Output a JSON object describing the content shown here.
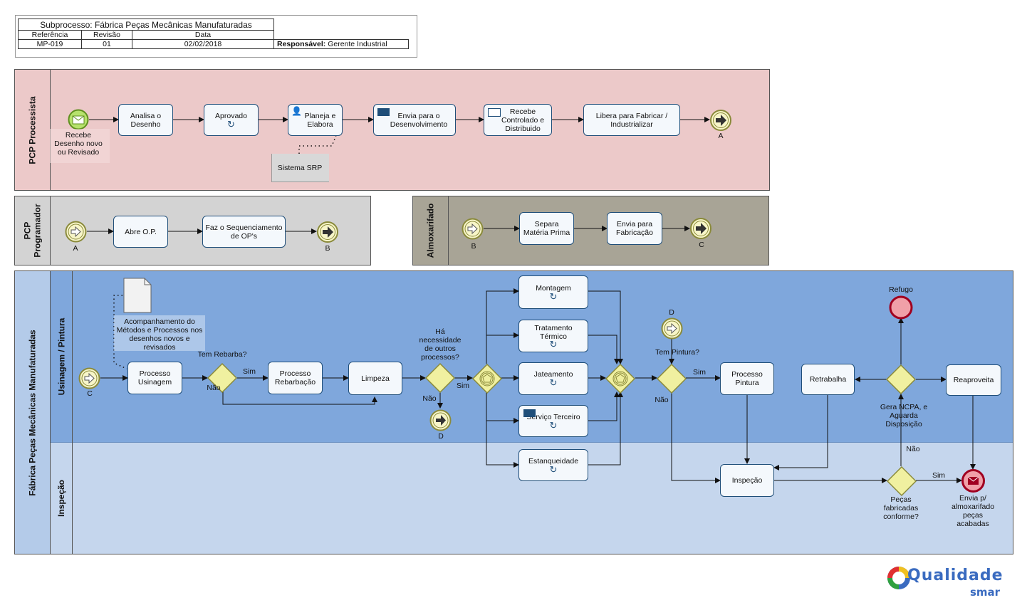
{
  "header": {
    "title": "Subprocesso: Fábrica Peças Mecânicas Manufaturadas",
    "col_ref": "Referência",
    "col_rev": "Revisão",
    "col_date": "Data",
    "ref": "MP-019",
    "rev": "01",
    "date": "02/02/2018",
    "resp_label": "Responsável:",
    "resp_value": "Gerente Industrial"
  },
  "pools": {
    "pcp_processista": "PCP Processista",
    "pcp_programador": "PCP Programador",
    "almoxarifado": "Almoxarifado",
    "fabrica": "Fábrica Peças Mecânicas Manufaturadas",
    "lane_usinagem": "Usinagem / Pintura",
    "lane_inspecao": "Inspeção"
  },
  "processista": {
    "start": "Recebe Desenho novo ou Revisado",
    "analisa": "Analisa o Desenho",
    "aprovado": "Aprovado",
    "planeja": "Planeja e Elabora",
    "envia_desenv": "Envia para o Desenvolvimento",
    "recebe_ctrl": "Recebe Controlado e Distribuido",
    "libera": "Libera para Fabricar / Industrializar",
    "link_a": "A",
    "sistema": "Sistema SRP"
  },
  "programador": {
    "link_a": "A",
    "abre": "Abre O.P.",
    "faz": "Faz o Sequenciamento de OP's",
    "link_b": "B"
  },
  "almox": {
    "link_b": "B",
    "separa": "Separa Matéria Prima",
    "envia": "Envia para Fabricação",
    "link_c": "C"
  },
  "fabrica": {
    "link_c": "C",
    "doc": "Acompanhamento do Métodos e Processos nos desenhos novos e revisados",
    "usinagem": "Processo Usinagem",
    "q_rebarba": "Tem Rebarba?",
    "sim1": "Sim",
    "nao1": "Não",
    "rebarbacao": "Processo Rebarbação",
    "limpeza": "Limpeza",
    "q_outros": "Há necessidade de outros processos?",
    "sim2": "Sim",
    "nao2": "Não",
    "link_d1": "D",
    "montagem": "Montagem",
    "tratamento": "Tratamento Térmico",
    "jateamento": "Jateamento",
    "terceiro": "Serviço Terceiro",
    "estanqueidade": "Estanqueidade",
    "link_d2": "D",
    "q_pintura": "Tem Pintura?",
    "sim3": "Sim",
    "nao3": "Não",
    "pintura": "Processo Pintura",
    "inspecao": "Inspeção",
    "q_conforme": "Peças fabricadas conforme?",
    "sim4": "Sim",
    "nao4": "Não",
    "retrabalha": "Retrabalha",
    "ncpa": "Gera NCPA, e Aguarda Disposição",
    "reaproveita": "Reaproveita",
    "refugo": "Refugo",
    "envia_almox": "Envia p/ almoxarifado peças acabadas"
  },
  "logo": {
    "main": "Qualidade",
    "sub": "smar"
  },
  "colors": {
    "processista_bg": "#ecc9c9",
    "programador_bg": "#d3d3d3",
    "almox_bg": "#a8a496",
    "usinagem_bg": "#7fa7dc",
    "inspecao_bg": "#c5d6ed",
    "task_border": "#1f4e79",
    "gateway": "#f0f0a0"
  }
}
